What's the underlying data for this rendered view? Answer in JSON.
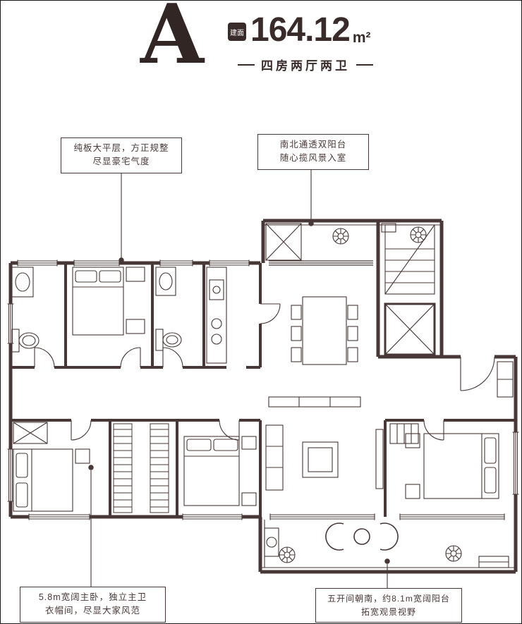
{
  "header": {
    "plan_letter": "A",
    "area_badge": "建面",
    "area_value": "164.12",
    "area_unit": "m²",
    "subtitle": "四房两厅两卫"
  },
  "callouts": {
    "top_left": {
      "line1": "纯板大平层，方正规整",
      "line2": "尽显豪宅气度"
    },
    "top_right": {
      "line1": "南北通透双阳台",
      "line2": "随心揽风景入室"
    },
    "bottom_left": {
      "line1": "5.8m宽阔主卧，独立主卫",
      "line2": "衣帽间，尽显大家风范"
    },
    "bottom_right": {
      "line1": "五开间朝南，约8.1m宽阔阳台",
      "line2": "拓宽观景视野"
    }
  },
  "colors": {
    "line": "#473837",
    "ink": "#382b2a",
    "background": "#ffffff"
  }
}
